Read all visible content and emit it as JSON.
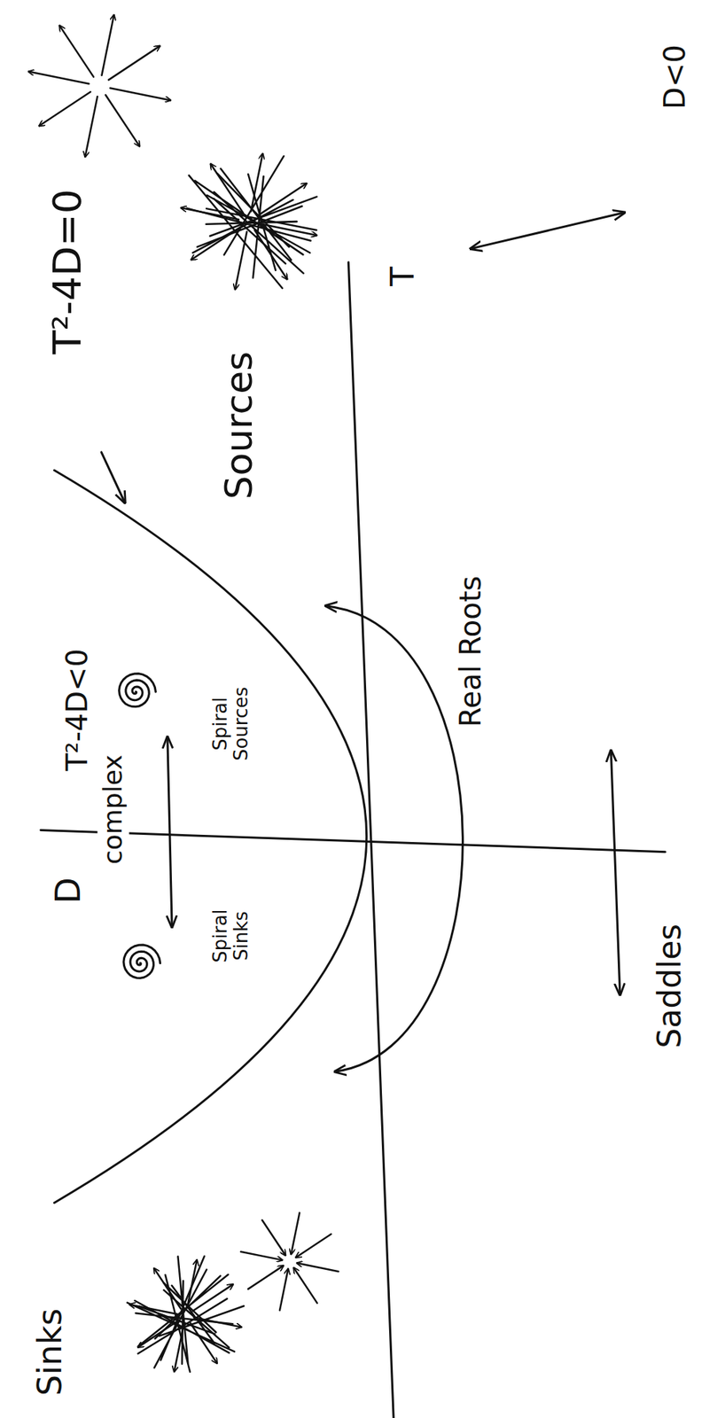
{
  "diagram": {
    "labels": [
      "D",
      "T²-4D<0",
      "complex",
      "Spiral Sinks",
      "Spiral Sources",
      "T²-4D=0",
      "Sources",
      "T",
      "D<0",
      "Real Roots",
      "Saddles",
      "Sinks"
    ]
  }
}
